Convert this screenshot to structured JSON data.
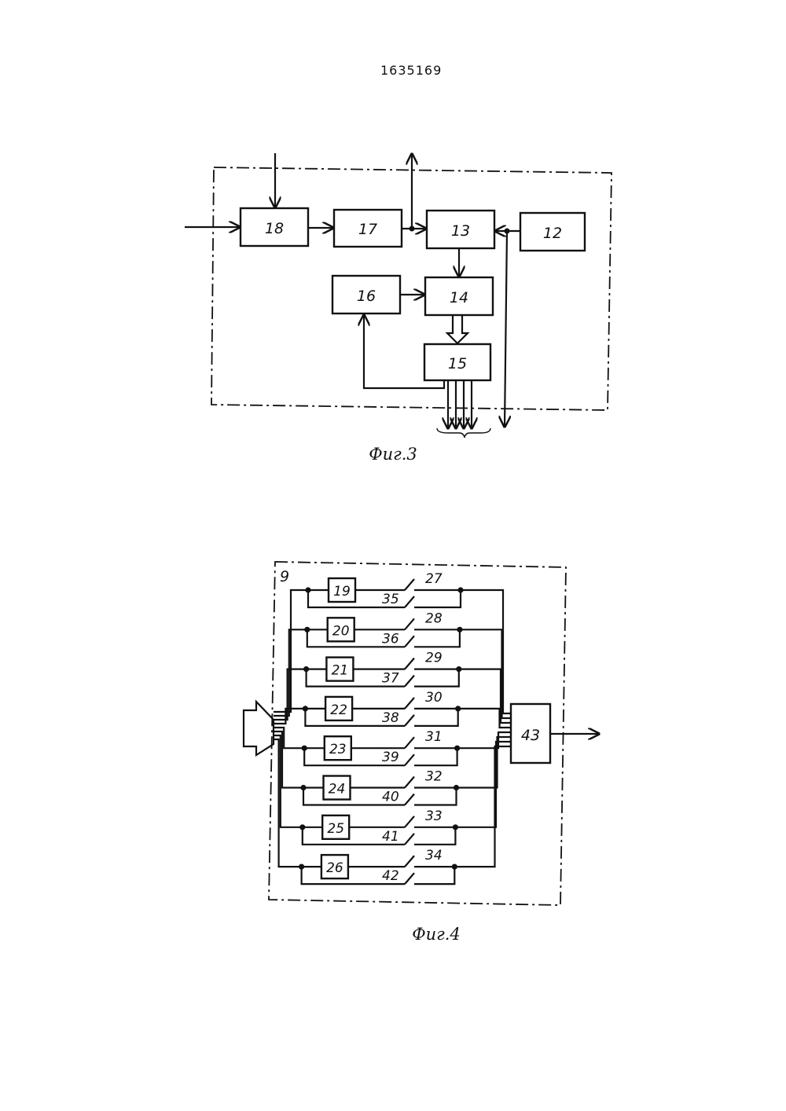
{
  "page_number": "1635169",
  "fig3": {
    "caption": "Фиг.3",
    "blocks": {
      "b18": "18",
      "b17": "17",
      "b13": "13",
      "b12": "12",
      "b16": "16",
      "b14": "14",
      "b15": "15"
    }
  },
  "fig4": {
    "caption": "Фиг.4",
    "frame_label": "9",
    "sensors": [
      "19",
      "20",
      "21",
      "22",
      "23",
      "24",
      "25",
      "26"
    ],
    "upper_contacts": [
      "27",
      "28",
      "29",
      "30",
      "31",
      "32",
      "33",
      "34"
    ],
    "lower_contacts": [
      "35",
      "36",
      "37",
      "38",
      "39",
      "40",
      "41",
      "42"
    ],
    "output_block": "43"
  }
}
